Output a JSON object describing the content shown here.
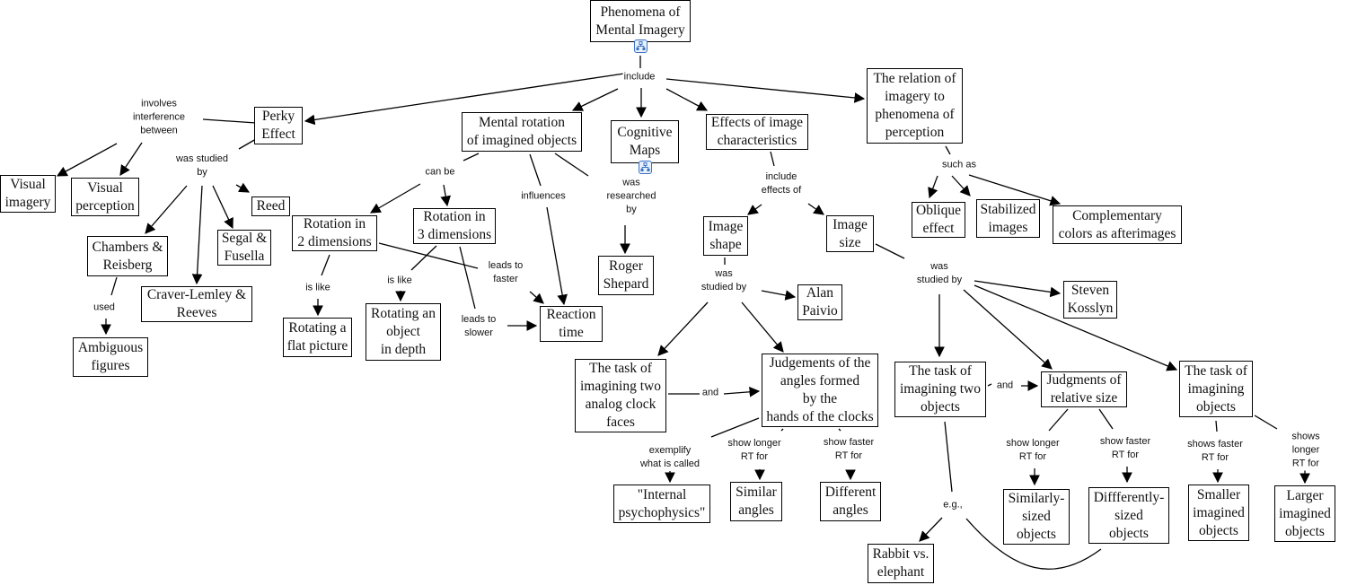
{
  "title": "Phenomena of Mental Imagery",
  "colors": {
    "line": "#000000",
    "box_border": "#000000",
    "submap_icon": "#3a72c4"
  },
  "concepts": [
    {
      "id": "root",
      "text": "Phenomena of\nMental Imagery",
      "submap": true
    },
    {
      "id": "perky",
      "text": "Perky\nEffect"
    },
    {
      "id": "mentalrot",
      "text": "Mental rotation\nof imagined objects"
    },
    {
      "id": "cogmaps",
      "text": "Cognitive\nMaps",
      "submap": true
    },
    {
      "id": "effects",
      "text": "Effects of image\ncharacteristics"
    },
    {
      "id": "relation",
      "text": "The relation of\nimagery to\nphenomena of\nperception"
    },
    {
      "id": "visimg",
      "text": "Visual\nimagery"
    },
    {
      "id": "visperc",
      "text": "Visual\nperception"
    },
    {
      "id": "reed",
      "text": "Reed"
    },
    {
      "id": "chambers",
      "text": "Chambers &\nReisberg"
    },
    {
      "id": "segal",
      "text": "Segal &\nFusella"
    },
    {
      "id": "craver",
      "text": "Craver-Lemley &\nReeves"
    },
    {
      "id": "ambig",
      "text": "Ambiguous\nfigures"
    },
    {
      "id": "rot2",
      "text": "Rotation in\n2 dimensions"
    },
    {
      "id": "rot3",
      "text": "Rotation in\n3 dimensions"
    },
    {
      "id": "flat",
      "text": "Rotating a\nflat picture"
    },
    {
      "id": "depth",
      "text": "Rotating an\nobject\nin depth"
    },
    {
      "id": "rt",
      "text": "Reaction\ntime"
    },
    {
      "id": "shepard",
      "text": "Roger\nShepard"
    },
    {
      "id": "shape",
      "text": "Image\nshape"
    },
    {
      "id": "size",
      "text": "Image\nsize"
    },
    {
      "id": "paivio",
      "text": "Alan\nPaivio"
    },
    {
      "id": "clock",
      "text": "The task of\nimagining two\nanalog clock\nfaces"
    },
    {
      "id": "judgeangles",
      "text": "Judgements of the\nangles formed\nby the\nhands of the clocks"
    },
    {
      "id": "psycho",
      "text": "\"Internal\npsychophysics\""
    },
    {
      "id": "simangles",
      "text": "Similar\nangles"
    },
    {
      "id": "diffangles",
      "text": "Different\nangles"
    },
    {
      "id": "kosslyn",
      "text": "Steven\nKosslyn"
    },
    {
      "id": "twoobj",
      "text": "The task of\nimagining two\nobjects"
    },
    {
      "id": "judgesize",
      "text": "Judgments of\nrelative size"
    },
    {
      "id": "imgobj",
      "text": "The task of\nimagining\nobjects"
    },
    {
      "id": "rabbit",
      "text": "Rabbit vs.\nelephant"
    },
    {
      "id": "simsized",
      "text": "Similarly-\nsized\nobjects"
    },
    {
      "id": "diffsized",
      "text": "Diffferently-\nsized\nobjects"
    },
    {
      "id": "smaller",
      "text": "Smaller\nimagined\nobjects"
    },
    {
      "id": "larger",
      "text": "Larger\nimagined\nobjects"
    },
    {
      "id": "oblique",
      "text": "Oblique\neffect"
    },
    {
      "id": "stabilized",
      "text": "Stabilized\nimages"
    },
    {
      "id": "complementary",
      "text": "Complementary\ncolors as afterimages"
    }
  ],
  "links": [
    {
      "id": "include",
      "text": "include",
      "from": [
        "root"
      ],
      "to": [
        "perky",
        "mentalrot",
        "cogmaps",
        "effects",
        "relation"
      ]
    },
    {
      "id": "involves",
      "text": "involves\ninterference\nbetween",
      "from": [
        "perky"
      ],
      "to": [
        "visimg",
        "visperc"
      ]
    },
    {
      "id": "perkystudied",
      "text": "was studied\nby",
      "from": [
        "perky"
      ],
      "to": [
        "chambers",
        "craver",
        "segal",
        "reed"
      ]
    },
    {
      "id": "used",
      "text": "used",
      "from": [
        "chambers"
      ],
      "to": [
        "ambig"
      ]
    },
    {
      "id": "canbe",
      "text": "can be",
      "from": [
        "mentalrot"
      ],
      "to": [
        "rot2",
        "rot3"
      ]
    },
    {
      "id": "influences",
      "text": "influences",
      "from": [
        "mentalrot"
      ],
      "to": [
        "rt"
      ]
    },
    {
      "id": "researched",
      "text": "was\nresearched\nby",
      "from": [
        "mentalrot"
      ],
      "to": [
        "shepard"
      ]
    },
    {
      "id": "islike2",
      "text": "is like",
      "from": [
        "rot2"
      ],
      "to": [
        "flat"
      ]
    },
    {
      "id": "islike3",
      "text": "is like",
      "from": [
        "rot3"
      ],
      "to": [
        "depth"
      ]
    },
    {
      "id": "faster",
      "text": "leads to\nfaster",
      "from": [
        "rot2"
      ],
      "to": [
        "rt"
      ]
    },
    {
      "id": "slower",
      "text": "leads to\nslower",
      "from": [
        "rot3"
      ],
      "to": [
        "rt"
      ]
    },
    {
      "id": "includeeffects",
      "text": "include\neffects of",
      "from": [
        "effects"
      ],
      "to": [
        "shape",
        "size"
      ]
    },
    {
      "id": "shapestudied",
      "text": "was\nstudied by",
      "from": [
        "shape"
      ],
      "to": [
        "paivio",
        "clock",
        "judgeangles"
      ]
    },
    {
      "id": "and1",
      "text": "and",
      "from": [
        "clock"
      ],
      "to": [
        "judgeangles"
      ]
    },
    {
      "id": "exemplify",
      "text": "exemplify\nwhat is called",
      "from": [
        "judgeangles"
      ],
      "to": [
        "psycho"
      ]
    },
    {
      "id": "longerangles",
      "text": "show longer\nRT for",
      "from": [
        "judgeangles"
      ],
      "to": [
        "simangles"
      ]
    },
    {
      "id": "fasterangles",
      "text": "show faster\nRT for",
      "from": [
        "judgeangles"
      ],
      "to": [
        "diffangles"
      ]
    },
    {
      "id": "sizestudied",
      "text": "was\nstudied by",
      "from": [
        "size"
      ],
      "to": [
        "kosslyn",
        "twoobj",
        "judgesize",
        "imgobj"
      ]
    },
    {
      "id": "and2",
      "text": "and",
      "from": [
        "twoobj"
      ],
      "to": [
        "judgesize"
      ]
    },
    {
      "id": "eg",
      "text": "e.g.,",
      "from": [
        "twoobj",
        "diffsized"
      ],
      "to": [
        "rabbit"
      ]
    },
    {
      "id": "longersize",
      "text": "show longer\nRT for",
      "from": [
        "judgesize"
      ],
      "to": [
        "simsized"
      ]
    },
    {
      "id": "fastersize",
      "text": "show faster\nRT for",
      "from": [
        "judgesize"
      ],
      "to": [
        "diffsized"
      ]
    },
    {
      "id": "fasterobj",
      "text": "shows faster\nRT for",
      "from": [
        "imgobj"
      ],
      "to": [
        "smaller"
      ]
    },
    {
      "id": "longerobj",
      "text": "shows longer\nRT for",
      "from": [
        "imgobj"
      ],
      "to": [
        "larger"
      ]
    },
    {
      "id": "suchas",
      "text": "such as",
      "from": [
        "relation"
      ],
      "to": [
        "oblique",
        "stabilized",
        "complementary"
      ]
    }
  ]
}
